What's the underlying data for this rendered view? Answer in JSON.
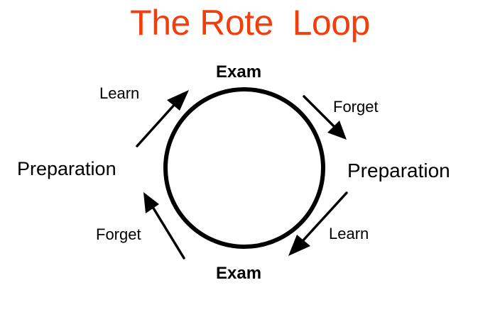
{
  "title": "The Rote  Loop",
  "colors": {
    "title": "#f23d0c",
    "ink": "#000000"
  },
  "nodes": {
    "exam_top": "Exam",
    "exam_bottom": "Exam",
    "preparation_left": "Preparation",
    "preparation_right": "Preparation"
  },
  "edges": {
    "learn_top_left": "Learn",
    "forget_top_right": "Forget",
    "learn_bottom_right": "Learn",
    "forget_bottom_left": "Forget"
  }
}
